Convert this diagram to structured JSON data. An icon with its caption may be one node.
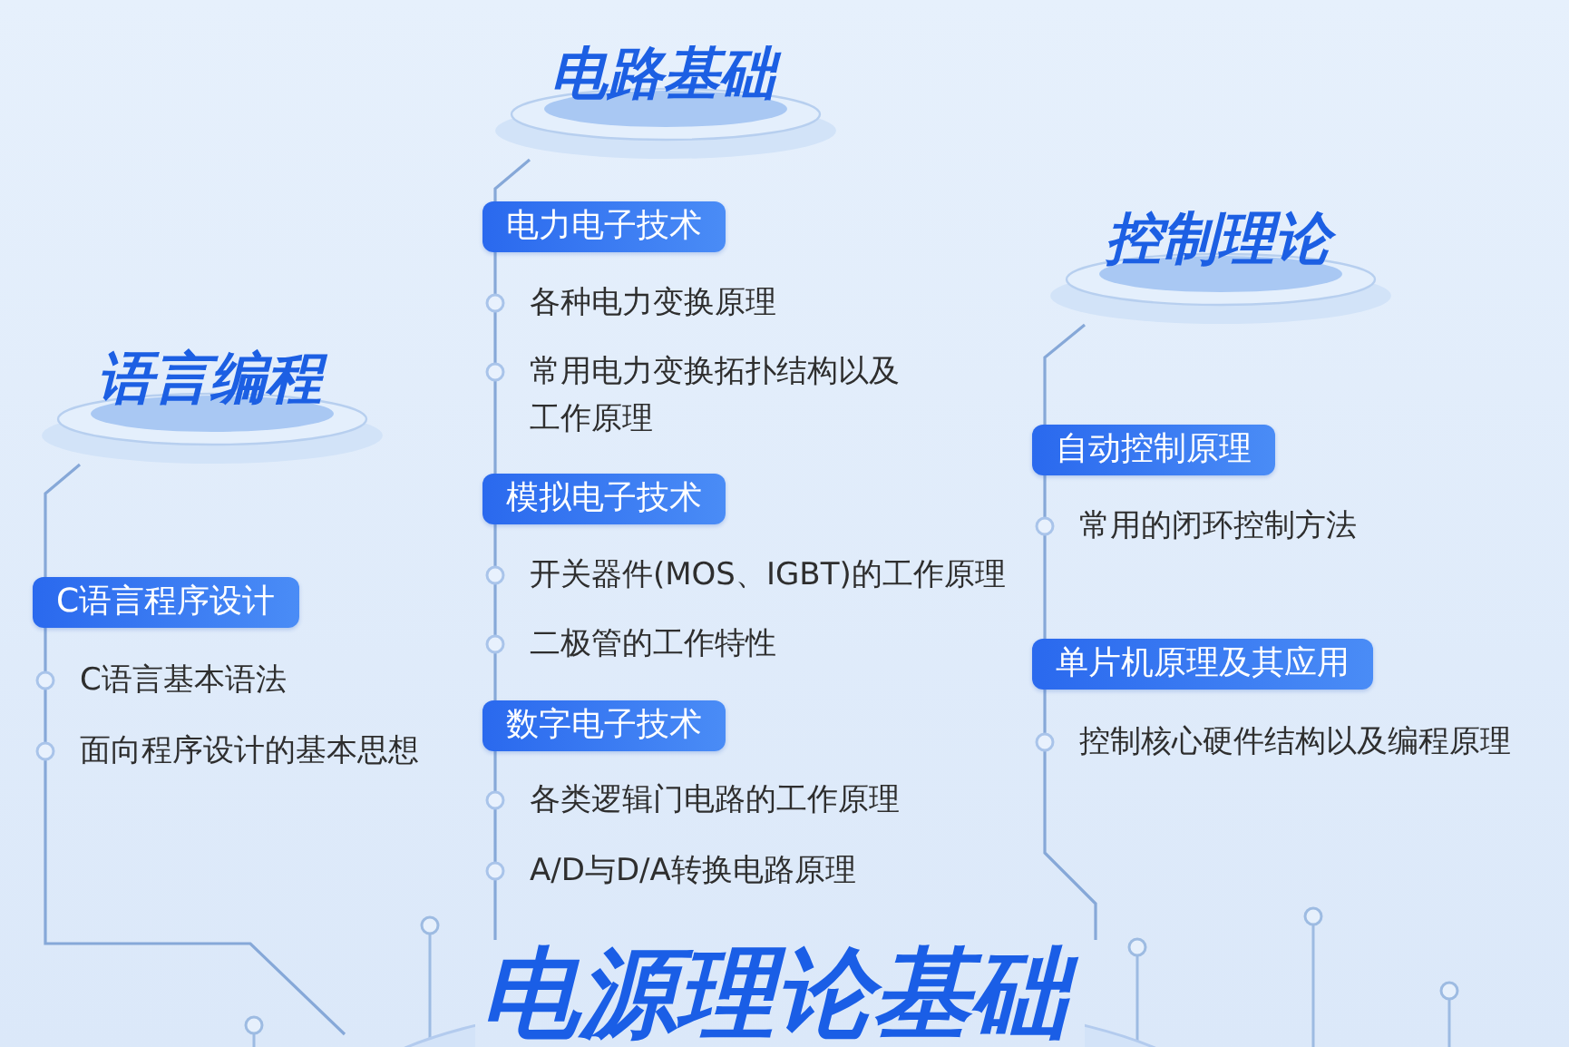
{
  "diagram": {
    "nodes": [
      {
        "text": [
          "语言编程"
        ]
      },
      {
        "text": [
          "C语言程序设计"
        ]
      },
      {
        "text": [
          "C语言基本语法"
        ]
      },
      {
        "text": [
          "面向程序设计的基本思想"
        ]
      },
      {
        "text": [
          "电路基础"
        ]
      },
      {
        "text": [
          "电力电子技术"
        ]
      },
      {
        "text": [
          "各种电力变换原理"
        ]
      },
      {
        "text": [
          "常用电力变换拓扑结构以及工作原理"
        ]
      },
      {
        "text": [
          "模拟电子技术"
        ]
      },
      {
        "text": [
          "开关器件(MOS、IGBT)的工作原理"
        ]
      },
      {
        "text": [
          "二极管的工作特性"
        ]
      },
      {
        "text": [
          "数字电子技术"
        ]
      },
      {
        "text": [
          "各类逻辑门电路的工作原理"
        ]
      },
      {
        "text": [
          "A/D与D/A转换电路原理"
        ]
      },
      {
        "text": [
          "控制理论"
        ]
      },
      {
        "text": [
          "自动控制原理"
        ]
      },
      {
        "text": [
          "常用的闭环控制方法"
        ]
      },
      {
        "text": [
          "单片机原理及其应用"
        ]
      },
      {
        "text": [
          "控制核心硬件结构以及编程原理"
        ]
      },
      {
        "text": [
          "电源理论基础"
        ]
      }
    ],
    "edges": [
      {
        "from": 0,
        "to": 1,
        "arrow": "none"
      },
      {
        "from": 1,
        "to": 2,
        "arrow": "none"
      },
      {
        "from": 2,
        "to": 3,
        "arrow": "none"
      },
      {
        "from": 3,
        "to": 19,
        "arrow": "none"
      },
      {
        "from": 4,
        "to": 5,
        "arrow": "none"
      },
      {
        "from": 5,
        "to": 6,
        "arrow": "none"
      },
      {
        "from": 6,
        "to": 7,
        "arrow": "none"
      },
      {
        "from": 7,
        "to": 8,
        "arrow": "none"
      },
      {
        "from": 8,
        "to": 9,
        "arrow": "none"
      },
      {
        "from": 9,
        "to": 10,
        "arrow": "none"
      },
      {
        "from": 10,
        "to": 11,
        "arrow": "none"
      },
      {
        "from": 11,
        "to": 12,
        "arrow": "none"
      },
      {
        "from": 12,
        "to": 13,
        "arrow": "none"
      },
      {
        "from": 13,
        "to": 19,
        "arrow": "none"
      },
      {
        "from": 14,
        "to": 15,
        "arrow": "none"
      },
      {
        "from": 15,
        "to": 16,
        "arrow": "none"
      },
      {
        "from": 16,
        "to": 17,
        "arrow": "none"
      },
      {
        "from": 17,
        "to": 18,
        "arrow": "none"
      },
      {
        "from": 18,
        "to": 19,
        "arrow": "none"
      }
    ]
  }
}
